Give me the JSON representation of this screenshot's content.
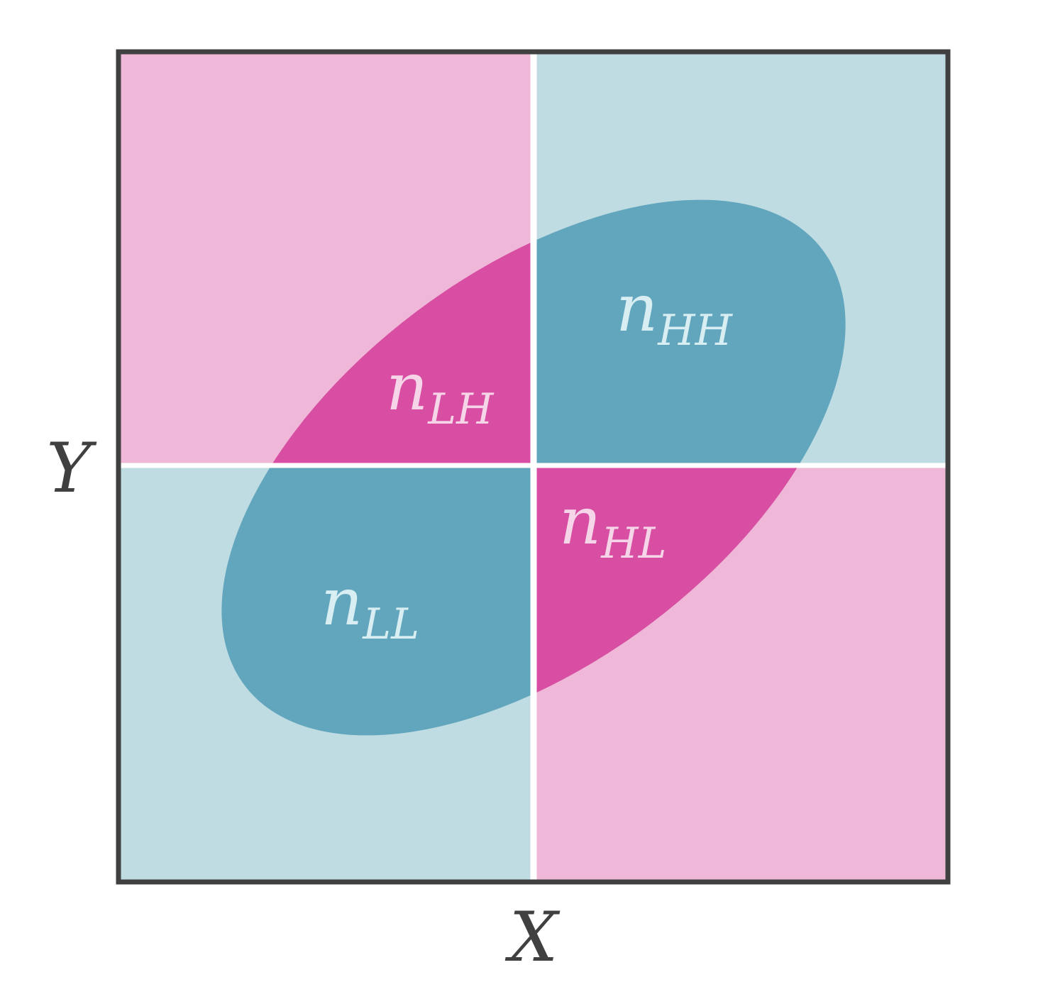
{
  "axes": {
    "x_label": "X",
    "y_label": "Y"
  },
  "cells": {
    "hh": {
      "main": "n",
      "sub": "HH"
    },
    "lh": {
      "main": "n",
      "sub": "LH"
    },
    "ll": {
      "main": "n",
      "sub": "LL"
    },
    "hl": {
      "main": "n",
      "sub": "HL"
    }
  },
  "colors": {
    "pink_light": "#efb7d8",
    "blue_light": "#c0dce3",
    "teal": "#62a6bd",
    "magenta": "#d74ea2",
    "frame": "#404040",
    "divider": "#ffffff",
    "label_on_teal": "#d8eef3",
    "label_on_magenta": "#f6d5e8"
  }
}
